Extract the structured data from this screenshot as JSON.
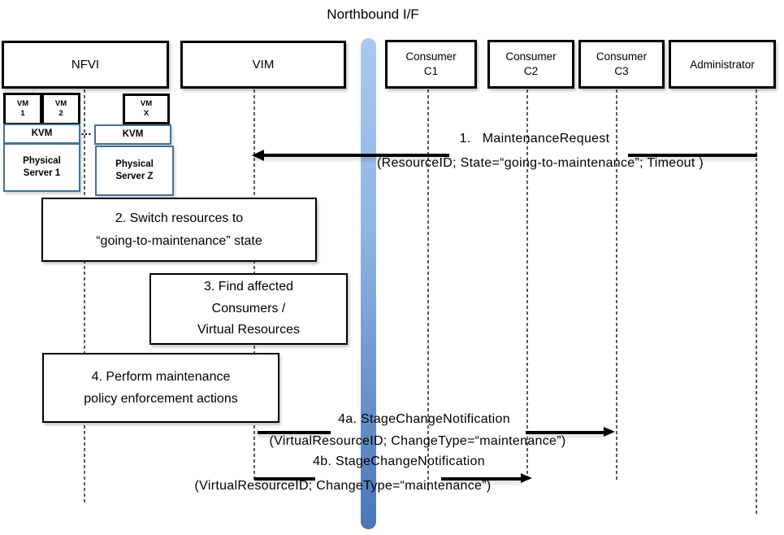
{
  "title": "Northbound I/F",
  "actors": [
    {
      "label": "NFVI"
    },
    {
      "label": "VIM"
    },
    {
      "line1": "Consumer",
      "line2": "C1"
    },
    {
      "line1": "Consumer",
      "line2": "C2"
    },
    {
      "line1": "Consumer",
      "line2": "C3"
    },
    {
      "label": "Administrator"
    }
  ],
  "internals": {
    "vm1": {
      "line1": "VM",
      "line2": "1"
    },
    "vm2": {
      "line1": "VM",
      "line2": "2"
    },
    "vmx": {
      "line1": "VM",
      "line2": "X"
    },
    "kvm_left": "KVM",
    "kvm_right": "KVM",
    "ellipsis": "…",
    "server1": {
      "line1": "Physical",
      "line2": "Server 1"
    },
    "serverz": {
      "line1": "Physical",
      "line2": "Server Z"
    }
  },
  "notes": {
    "n2": {
      "line1": "2. Switch resources to",
      "line2": "“going-to-maintenance” state"
    },
    "n3": {
      "line1": "3. Find affected",
      "line2": "Consumers /",
      "line3": "Virtual Resources"
    },
    "n4": {
      "line1": "4. Perform maintenance",
      "line2": "policy enforcement actions"
    }
  },
  "messages": {
    "m1": {
      "label": "1.   MaintenanceRequest",
      "params": "(ResourceID; State=“going-to-maintenance”; Timeout )"
    },
    "m4a": {
      "label": "4a. StageChangeNotification",
      "params": "(VirtualResourceID; ChangeType=“maintenance”)"
    },
    "m4b": {
      "label": "4b. StageChangeNotification",
      "params": "(VirtualResourceID; ChangeType=“maintenance”)"
    }
  },
  "colors": {
    "box_border_black": "#000000",
    "blue_box_border": "#41719C",
    "bar_gradient_top": "#A9C9EE",
    "bar_gradient_bottom": "#4A77B6",
    "lifeline_gray": "#5b5b5b",
    "text": "#000000"
  }
}
